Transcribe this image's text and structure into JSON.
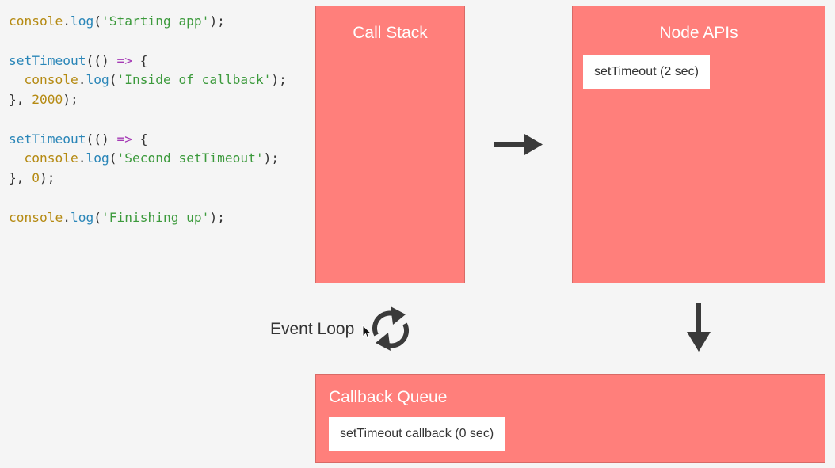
{
  "code": {
    "lines": [
      [
        [
          "obj",
          "console"
        ],
        [
          "punc",
          "."
        ],
        [
          "fn",
          "log"
        ],
        [
          "punc",
          "("
        ],
        [
          "str",
          "'Starting app'"
        ],
        [
          "punc",
          ");"
        ]
      ],
      [],
      [
        [
          "fn",
          "setTimeout"
        ],
        [
          "punc",
          "(() "
        ],
        [
          "kw",
          "=>"
        ],
        [
          "punc",
          " {"
        ]
      ],
      [
        [
          "punc",
          "  "
        ],
        [
          "obj",
          "console"
        ],
        [
          "punc",
          "."
        ],
        [
          "fn",
          "log"
        ],
        [
          "punc",
          "("
        ],
        [
          "str",
          "'Inside of callback'"
        ],
        [
          "punc",
          ");"
        ]
      ],
      [
        [
          "punc",
          "}, "
        ],
        [
          "num",
          "2000"
        ],
        [
          "punc",
          ");"
        ]
      ],
      [],
      [
        [
          "fn",
          "setTimeout"
        ],
        [
          "punc",
          "(() "
        ],
        [
          "kw",
          "=>"
        ],
        [
          "punc",
          " {"
        ]
      ],
      [
        [
          "punc",
          "  "
        ],
        [
          "obj",
          "console"
        ],
        [
          "punc",
          "."
        ],
        [
          "fn",
          "log"
        ],
        [
          "punc",
          "("
        ],
        [
          "str",
          "'Second setTimeout'"
        ],
        [
          "punc",
          ");"
        ]
      ],
      [
        [
          "punc",
          "}, "
        ],
        [
          "num",
          "0"
        ],
        [
          "punc",
          ");"
        ]
      ],
      [],
      [
        [
          "obj",
          "console"
        ],
        [
          "punc",
          "."
        ],
        [
          "fn",
          "log"
        ],
        [
          "punc",
          "("
        ],
        [
          "str",
          "'Finishing up'"
        ],
        [
          "punc",
          ");"
        ]
      ]
    ]
  },
  "call_stack": {
    "title": "Call Stack"
  },
  "node_apis": {
    "title": "Node APIs",
    "item": "setTimeout (2 sec)"
  },
  "callback_queue": {
    "title": "Callback Queue",
    "item": "setTimeout callback (0 sec)"
  },
  "event_loop": {
    "label": "Event Loop"
  },
  "icons": {
    "arrow_right": "arrow-right-icon",
    "arrow_down": "arrow-down-icon",
    "loop": "refresh-icon",
    "cursor": "cursor-icon"
  },
  "colors": {
    "box": "#ff7f7b",
    "box_text": "#ffffff",
    "item_bg": "#ffffff",
    "arrow": "#3a3a3a",
    "background": "#f5f5f5"
  }
}
